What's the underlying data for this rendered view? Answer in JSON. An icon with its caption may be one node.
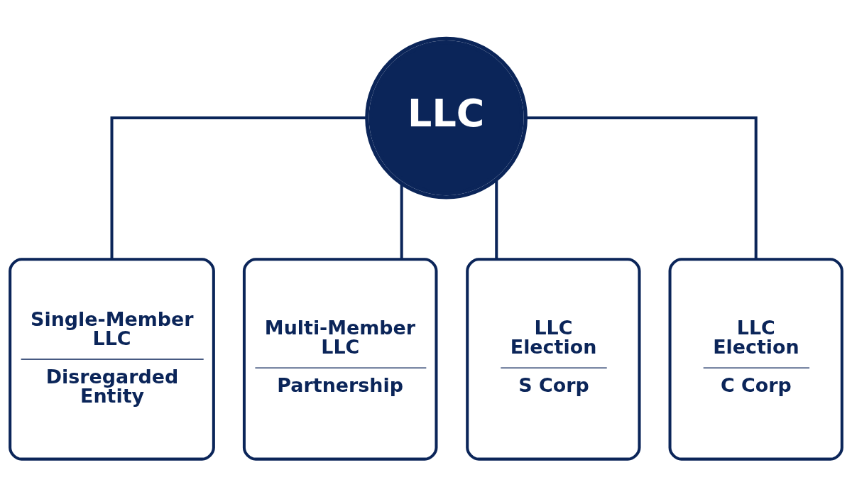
{
  "diagram": {
    "nodes": [
      {
        "text": [
          "LLC"
        ]
      },
      {
        "text": [
          "Single-Member LLC",
          "Disregarded Entity"
        ]
      },
      {
        "text": [
          "Multi-Member LLC",
          "Partnership"
        ]
      },
      {
        "text": [
          "LLC Election",
          "S Corp"
        ]
      },
      {
        "text": [
          "LLC Election",
          "C Corp"
        ]
      }
    ],
    "edges": [
      {
        "from": 0,
        "to": 1,
        "arrow": "none"
      },
      {
        "from": 0,
        "to": 2,
        "arrow": "none"
      },
      {
        "from": 0,
        "to": 3,
        "arrow": "none"
      },
      {
        "from": 0,
        "to": 4,
        "arrow": "none"
      }
    ]
  }
}
